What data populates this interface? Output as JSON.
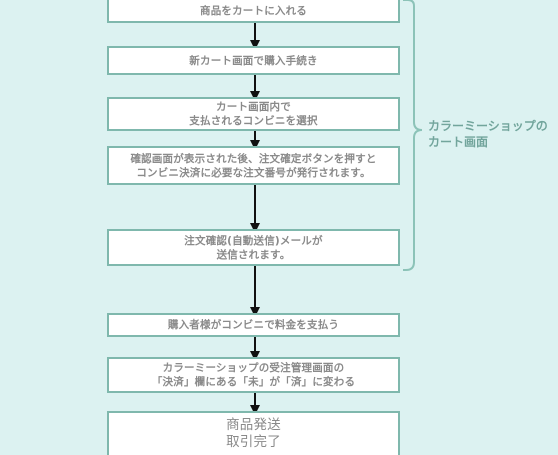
{
  "flow": {
    "steps": [
      {
        "lines": [
          "商品をカートに入れる"
        ]
      },
      {
        "lines": [
          "新カート画面で購入手続き"
        ]
      },
      {
        "lines": [
          "カート画面内で",
          "支払されるコンビニを選択"
        ]
      },
      {
        "lines": [
          "確認画面が表示された後、注文確定ボタンを押すと",
          "コンビニ決済に必要な注文番号が発行されます。"
        ]
      },
      {
        "lines": [
          "注文確認(自動送信)メールが",
          "送信されます。"
        ]
      },
      {
        "lines": [
          "購入者様がコンビニで料金を支払う"
        ]
      },
      {
        "lines": [
          "カラーミーショップの受注管理画面の",
          "「決済」欄にある「未」が「済」に変わる"
        ]
      },
      {
        "lines": [
          "商品発送",
          "取引完了"
        ]
      }
    ],
    "brace_label": [
      "カラーミーショップの",
      "カート画面"
    ]
  }
}
